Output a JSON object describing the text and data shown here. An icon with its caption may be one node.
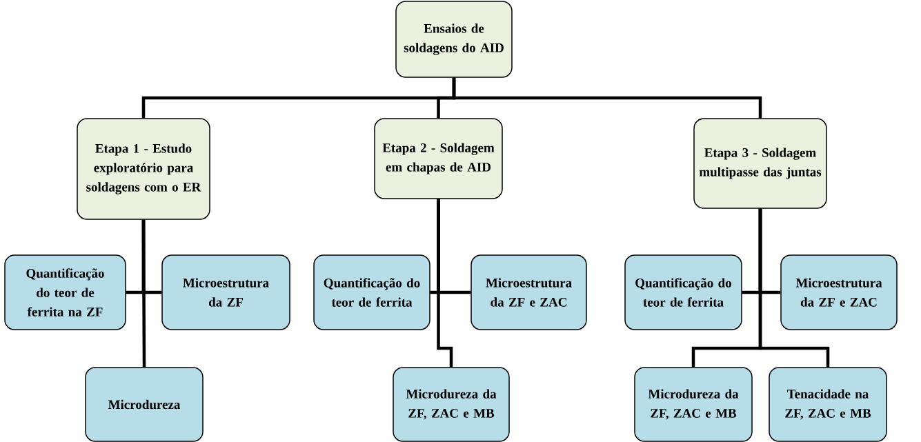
{
  "diagram": {
    "nodes": [
      {
        "text": [
          "Ensaios de soldagens do AID"
        ]
      },
      {
        "text": [
          "Etapa 1 - Estudo exploratório para soldagens com o ER"
        ]
      },
      {
        "text": [
          "Etapa 2 - Soldagem em chapas de AID"
        ]
      },
      {
        "text": [
          "Etapa 3 - Soldagem multipasse das juntas"
        ]
      },
      {
        "text": [
          "Quantificação do teor de ferrita na ZF"
        ]
      },
      {
        "text": [
          "Microestrutura da ZF"
        ]
      },
      {
        "text": [
          "Microdureza"
        ]
      },
      {
        "text": [
          "Quantificação do teor de ferrita"
        ]
      },
      {
        "text": [
          "Microestrutura da ZF e ZAC"
        ]
      },
      {
        "text": [
          "Microdureza da ZF, ZAC e MB"
        ]
      },
      {
        "text": [
          "Quantificação do teor de ferrita"
        ]
      },
      {
        "text": [
          "Microestrutura da ZF e ZAC"
        ]
      },
      {
        "text": [
          "Microdureza da ZF, ZAC e MB"
        ]
      },
      {
        "text": [
          "Tenacidade na ZF, ZAC e MB"
        ]
      }
    ],
    "edges": [
      {
        "from": 0,
        "to": 1,
        "arrow": "none"
      },
      {
        "from": 0,
        "to": 2,
        "arrow": "none"
      },
      {
        "from": 0,
        "to": 3,
        "arrow": "none"
      },
      {
        "from": 1,
        "to": 4,
        "arrow": "none"
      },
      {
        "from": 1,
        "to": 5,
        "arrow": "none"
      },
      {
        "from": 1,
        "to": 6,
        "arrow": "none"
      },
      {
        "from": 2,
        "to": 7,
        "arrow": "none"
      },
      {
        "from": 2,
        "to": 8,
        "arrow": "none"
      },
      {
        "from": 2,
        "to": 9,
        "arrow": "none"
      },
      {
        "from": 3,
        "to": 10,
        "arrow": "none"
      },
      {
        "from": 3,
        "to": 11,
        "arrow": "none"
      },
      {
        "from": 3,
        "to": 12,
        "arrow": "none"
      },
      {
        "from": 3,
        "to": 13,
        "arrow": "none"
      }
    ]
  }
}
